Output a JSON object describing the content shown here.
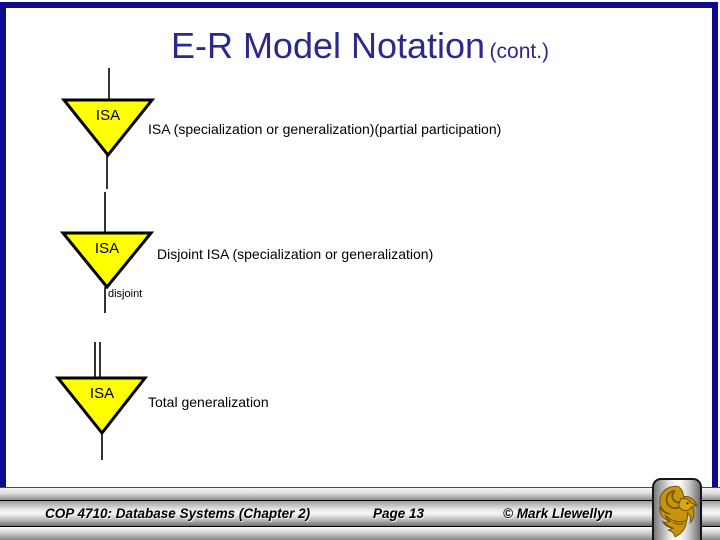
{
  "slide": {
    "title": "E-R Model Notation",
    "title_suffix": "(cont.)"
  },
  "notation_items": [
    {
      "symbol_label": "ISA",
      "description": "ISA (specialization or generalization)(partial participation)",
      "sub_label": "",
      "top_connector": "single",
      "bottom_connector": "single"
    },
    {
      "symbol_label": "ISA",
      "description": "Disjoint ISA (specialization or generalization)",
      "sub_label": "disjoint",
      "top_connector": "single",
      "bottom_connector": "single"
    },
    {
      "symbol_label": "ISA",
      "description": "Total generalization",
      "sub_label": "",
      "top_connector": "double",
      "bottom_connector": "single"
    }
  ],
  "footer": {
    "course": "COP 4710: Database Systems  (Chapter 2)",
    "page": "Page 13",
    "copyright": "© Mark Llewellyn"
  },
  "colors": {
    "frame_navy": "#0b0b8c",
    "title_navy": "#2a2a8e",
    "triangle_fill": "#ffff00",
    "triangle_stroke": "#000000",
    "logo_gold": "#c8940a"
  },
  "icons": {
    "logo": "ucf-pegasus-logo"
  }
}
